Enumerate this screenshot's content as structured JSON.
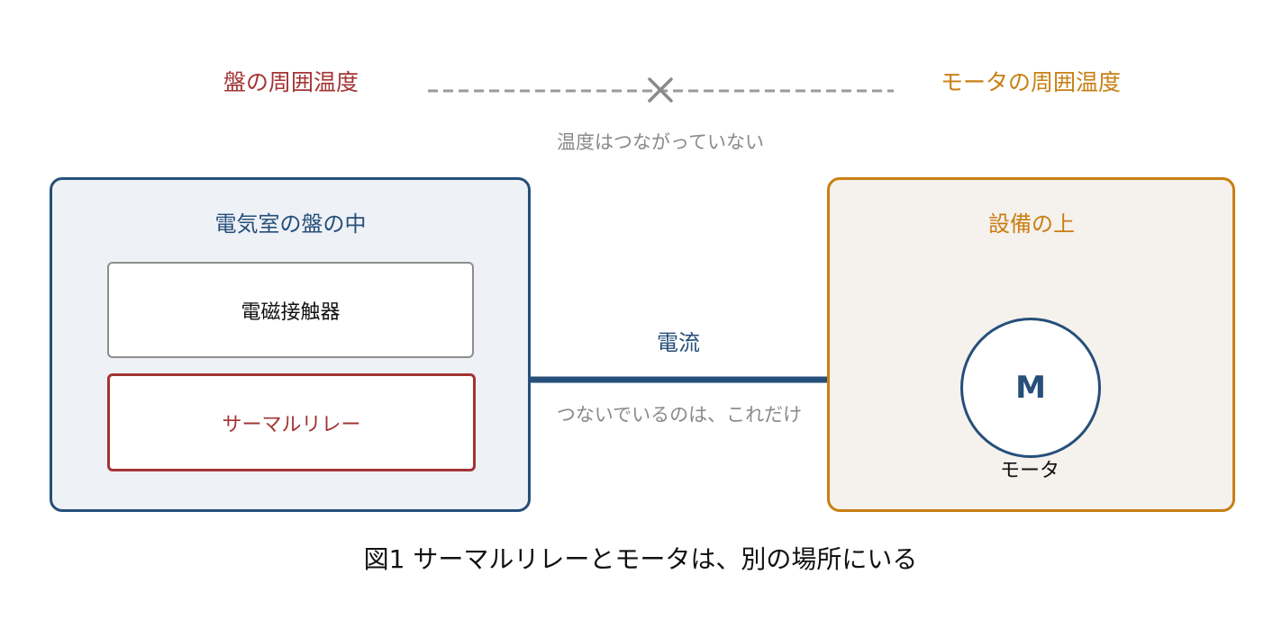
{
  "ambient": {
    "panel_label": "盤の周囲温度",
    "motor_label": "モータの周囲温度",
    "not_linked_caption": "温度はつながっていない"
  },
  "panel": {
    "title": "電気室の盤の中",
    "contactor": "電磁接触器",
    "thermal_relay": "サーマルリレー"
  },
  "equipment": {
    "title": "設備の上",
    "motor_symbol": "M",
    "motor_label": "モータ"
  },
  "connection": {
    "label": "電流",
    "caption": "つないでいるのは、これだけ"
  },
  "figure_caption": "図1 サーマルリレーとモータは、別の場所にいる",
  "colors": {
    "navy": "#264f7a",
    "red": "#a33434",
    "orange": "#c97f13",
    "gray": "#8a8a8a",
    "panel_fill": "#eef1f6",
    "equipment_fill": "#f5f1ec"
  },
  "icons": {
    "not_linked_mark": "cross-icon"
  }
}
